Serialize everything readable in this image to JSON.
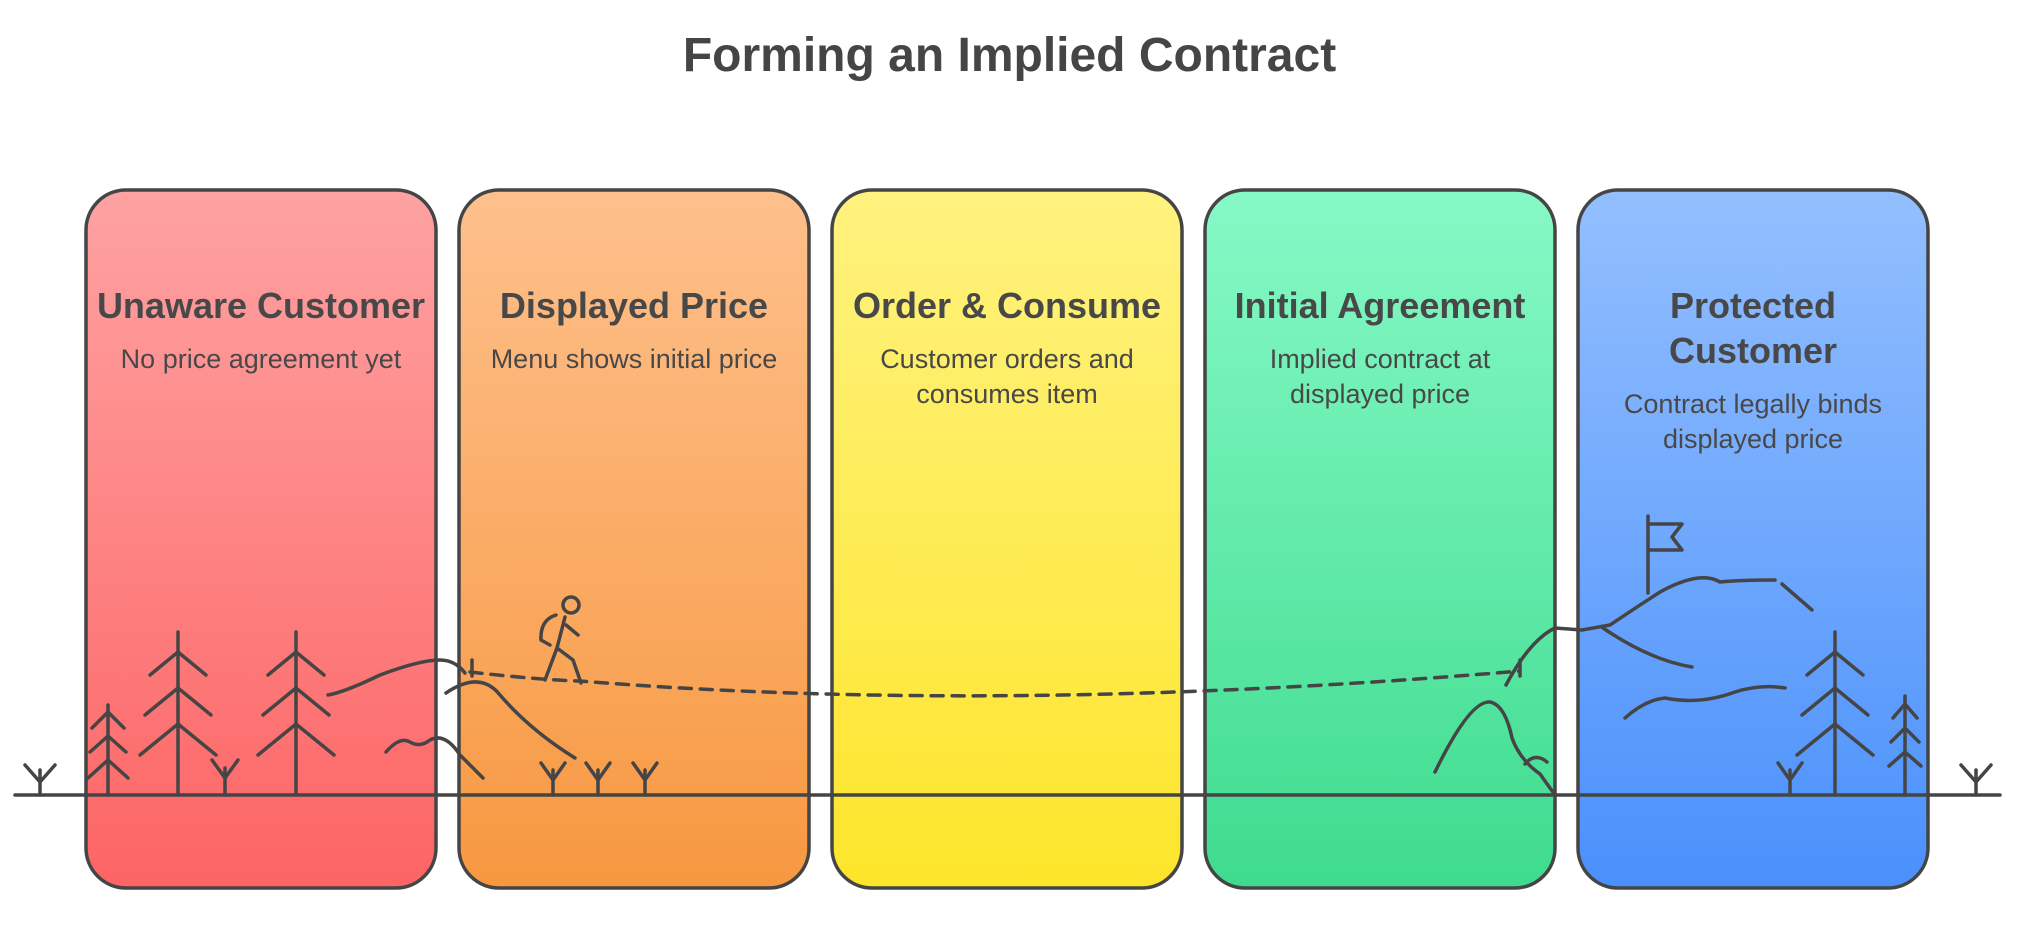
{
  "title": "Forming an Implied Contract",
  "stages": [
    {
      "title": "Unaware Customer",
      "description": "No price agreement yet",
      "color_top": "#fea2a2",
      "color_bottom": "#fd6464"
    },
    {
      "title": "Displayed Price",
      "description": "Menu shows initial price",
      "color_top": "#fec08c",
      "color_bottom": "#f79840"
    },
    {
      "title": "Order & Consume",
      "description": "Customer orders and consumes item",
      "color_top": "#fff27f",
      "color_bottom": "#fde52a"
    },
    {
      "title": "Initial Agreement",
      "description": "Implied contract at displayed price",
      "color_top": "#86f9c6",
      "color_bottom": "#3edb8e"
    },
    {
      "title": "Protected Customer",
      "description": "Contract legally binds displayed price",
      "color_top": "#93bffe",
      "color_bottom": "#4a90fc"
    }
  ],
  "line_color": "#454545",
  "icons": [
    "tree-icon",
    "hill-icon",
    "hiker-icon",
    "flag-icon",
    "mountain-icon",
    "grass-icon"
  ]
}
